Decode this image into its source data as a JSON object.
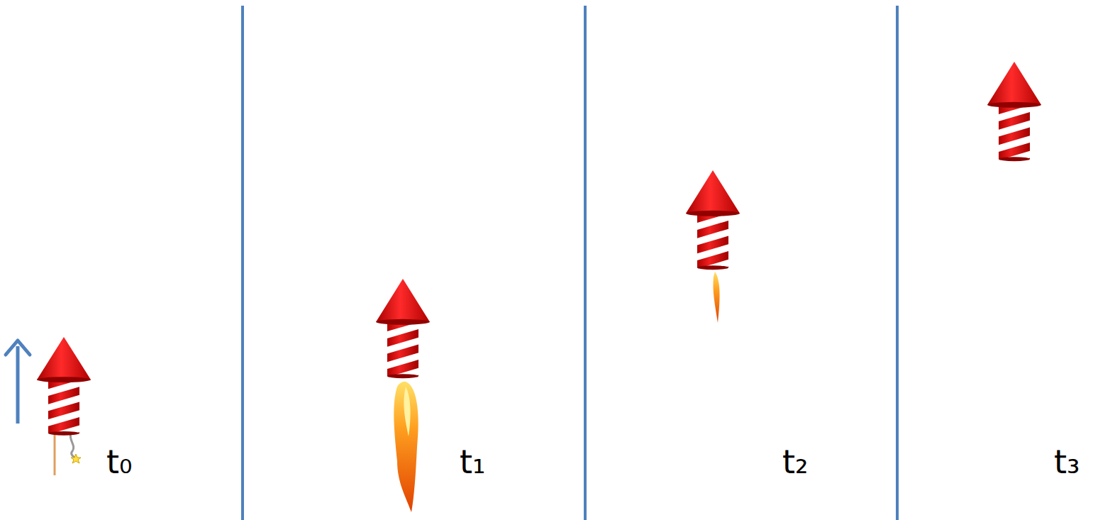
{
  "diagram": {
    "labels": [
      "t₀",
      "t₁",
      "t₂",
      "t₃"
    ]
  }
}
